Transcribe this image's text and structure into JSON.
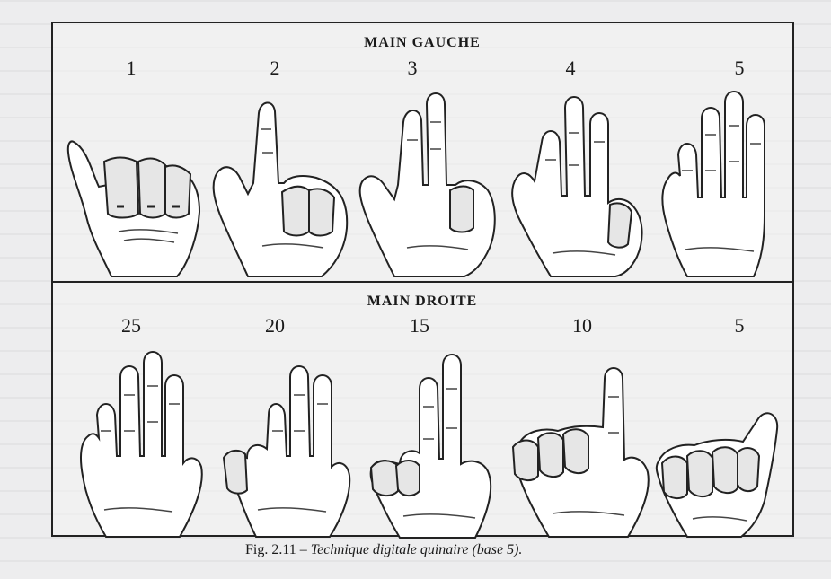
{
  "figure": {
    "top_heading": "MAIN GAUCHE",
    "bottom_heading": "MAIN DROITE",
    "left_hand_counts": [
      "1",
      "2",
      "3",
      "4",
      "5"
    ],
    "right_hand_counts": [
      "25",
      "20",
      "15",
      "10",
      "5"
    ],
    "caption_prefix": "Fig. 2.11 – ",
    "caption_title": "Technique digitale quinaire (base 5)."
  }
}
